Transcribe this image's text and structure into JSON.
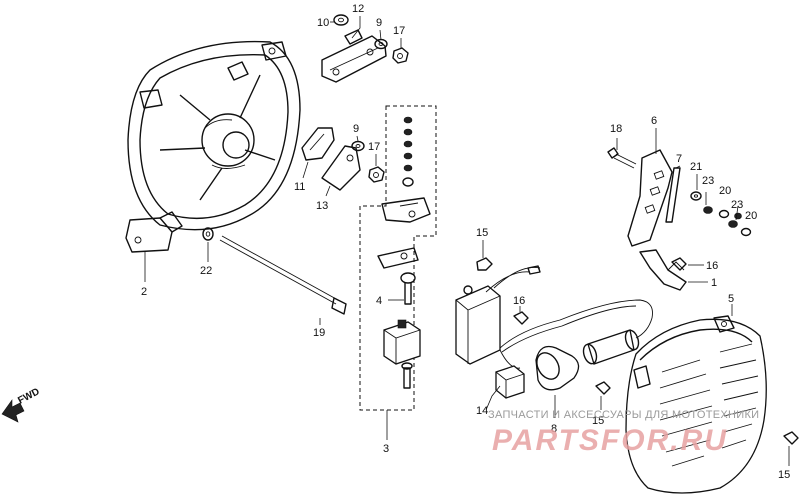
{
  "diagram": {
    "labels": {
      "p1": "1",
      "p2": "2",
      "p3": "3",
      "p4": "4",
      "p5": "5",
      "p6": "6",
      "p7": "7",
      "p8": "8",
      "p9a": "9",
      "p9b": "9",
      "p10": "10",
      "p11": "11",
      "p12": "12",
      "p13": "13",
      "p14": "14",
      "p15a": "15",
      "p15b": "15",
      "p15c": "15",
      "p16a": "16",
      "p16b": "16",
      "p17a": "17",
      "p17b": "17",
      "p18": "18",
      "p19": "19",
      "p20a": "20",
      "p20b": "20",
      "p21": "21",
      "p22": "22",
      "p23a": "23",
      "p23b": "23"
    },
    "direction_label": "FWD"
  },
  "watermark": {
    "line1": "ЗАПЧАСТИ И АКСЕССУАРЫ ДЛЯ МОТОТЕХНИКИ",
    "line2": "PARTSFOR.RU"
  }
}
